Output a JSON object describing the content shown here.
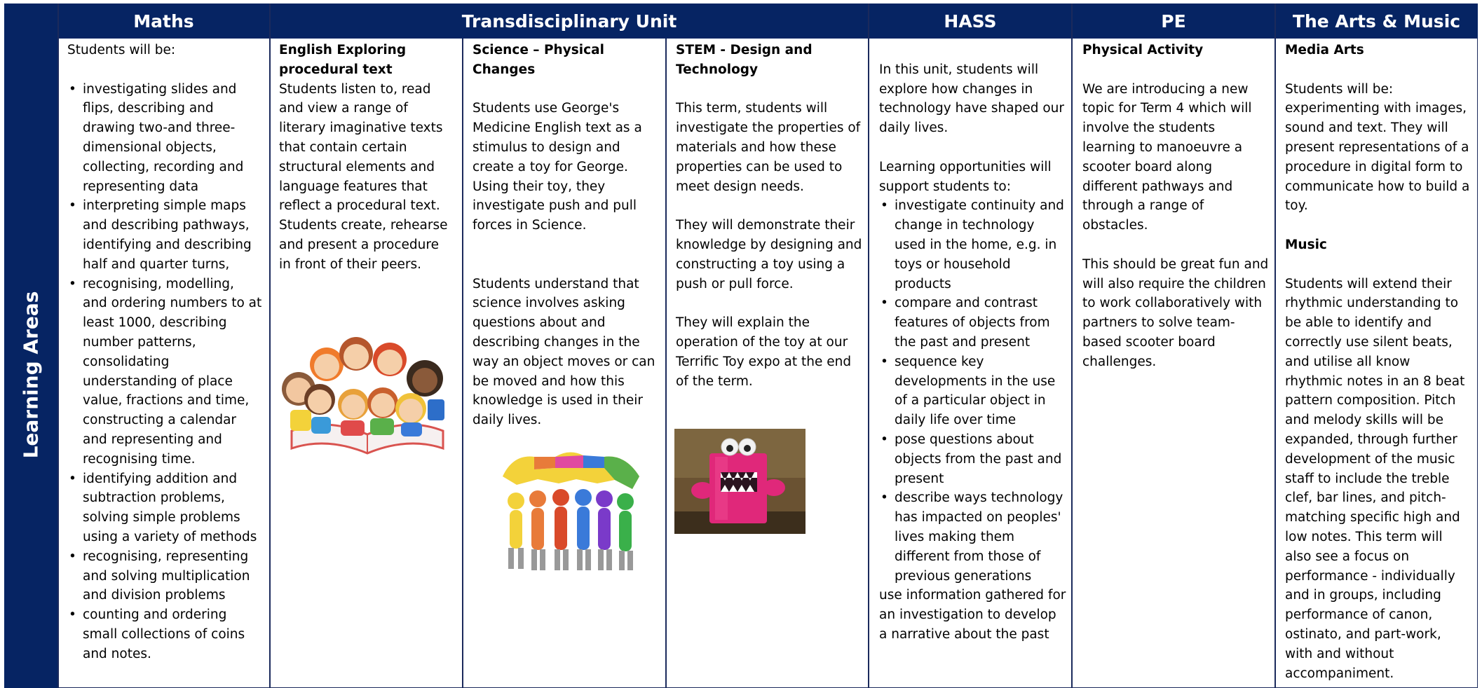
{
  "headers": {
    "maths": "Maths",
    "unit": "Transdisciplinary Unit",
    "hass": "HASS",
    "pe": "PE",
    "arts": "The Arts & Music"
  },
  "sidebar": {
    "label": "Learning Areas"
  },
  "maths": {
    "intro": "Students will be:",
    "items": [
      "investigating slides and flips, describing and drawing two-and three-dimensional objects, collecting, recording and representing data",
      "interpreting simple maps and describing pathways, identifying and describing half and quarter turns,",
      "recognising, modelling, and ordering numbers to at least 1000, describing number patterns, consolidating understanding of  place value, fractions and time, constructing a calendar and representing and recognising time.",
      "identifying addition and subtraction problems, solving simple problems using a variety of methods",
      "recognising, representing and solving multiplication and division problems",
      "counting and ordering small collections of coins and notes."
    ]
  },
  "english": {
    "heading": "English Exploring procedural text",
    "p1": "Students listen to, read and view a range of literary imaginative texts that contain certain structural elements and language features that reflect a procedural text.",
    "p2": "Students create, rehearse and present a procedure in front of their peers."
  },
  "science": {
    "heading": "Science – Physical Changes",
    "p1": "Students use George's Medicine English text as a stimulus to design and create a toy for George. Using their toy, they investigate push and pull forces in Science.",
    "p2": "Students understand that science involves asking questions about and describing changes in the way an object moves or can be moved and how this knowledge is used in their daily lives."
  },
  "stem": {
    "heading": "STEM - Design and Technology",
    "p1": "This term, students will investigate the properties of materials and how these properties can be used to meet design needs.",
    "p2": "They will demonstrate their knowledge by designing and constructing a toy using a push or pull force.",
    "p3": "They will explain the operation of the toy at our Terrific Toy expo at the end of the term."
  },
  "hass": {
    "p1": "In this unit, students will explore how changes in technology have shaped our daily lives.",
    "p2": "Learning opportunities will support students to:",
    "items": [
      "investigate continuity and change in technology used in the home, e.g. in toys or household products",
      "compare and contrast features of objects from the past and present",
      "sequence key developments in the use of a particular object in daily life over time",
      "pose questions about objects from the past and present",
      "describe ways technology has impacted on peoples' lives making them different from those of previous generations"
    ],
    "p3": "use information gathered for an investigation to develop a narrative about the past"
  },
  "pe": {
    "heading": "Physical Activity",
    "p1": "We are introducing a new topic for Term 4 which will involve the students learning to manoeuvre a scooter board along different pathways and through a range of obstacles.",
    "p2": "This should be great fun and will also require the children to work collaboratively with partners to solve team-based scooter board challenges."
  },
  "arts": {
    "heading1": "Media Arts",
    "p1": "Students will be: experimenting with images, sound and text. They will present representations of a procedure in digital form to communicate how to build a toy.",
    "heading2": "Music",
    "p2": "Students will extend their rhythmic understanding to be able to identify and correctly use silent beats, and utilise all know rhythmic notes in an 8 beat pattern composition. Pitch and melody skills will be expanded, through further development of the music staff to include the treble clef, bar lines, and pitch-matching specific high and low notes. This term will also see a focus on performance - individually and in groups, including performance of canon, ostinato, and part-work, with and without accompaniment."
  },
  "colors": {
    "header_bg": "#062463",
    "header_text": "#ffffff",
    "border": "#1b2a5c"
  },
  "icons": [
    "children-reading-book-illustration",
    "people-holding-puzzle-pieces-illustration",
    "pink-monster-toy-photo"
  ]
}
